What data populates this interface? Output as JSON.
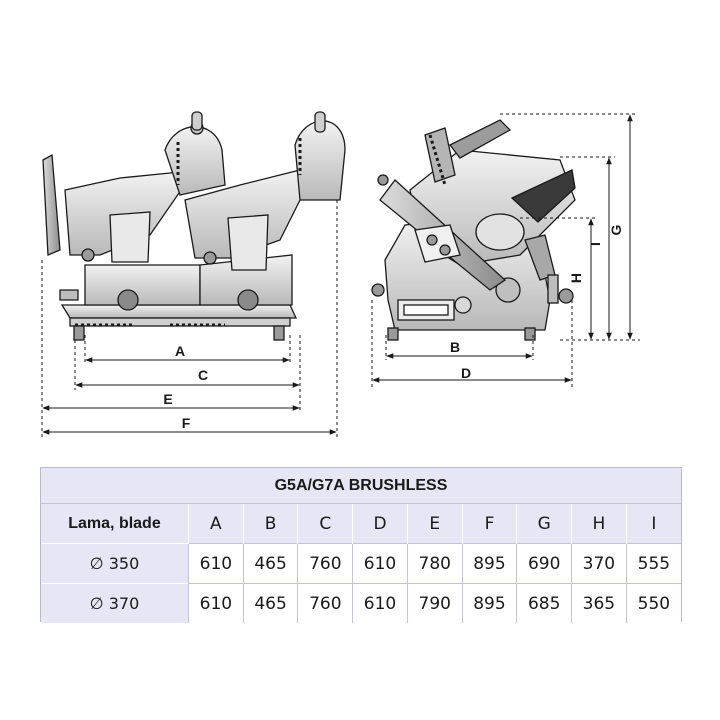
{
  "drawing": {
    "front_labels": [
      "A",
      "C",
      "E",
      "F"
    ],
    "side_labels": [
      "B",
      "D",
      "H",
      "I",
      "G"
    ]
  },
  "spec_table": {
    "title": "G5A/G7A BRUSHLESS",
    "row_header_label": "Lama, blade",
    "columns": [
      "A",
      "B",
      "C",
      "D",
      "E",
      "F",
      "G",
      "H",
      "I"
    ],
    "rows": [
      {
        "label": "∅ 350",
        "values": [
          "610",
          "465",
          "760",
          "610",
          "780",
          "895",
          "690",
          "370",
          "555"
        ]
      },
      {
        "label": "∅ 370",
        "values": [
          "610",
          "465",
          "760",
          "610",
          "790",
          "895",
          "685",
          "365",
          "550"
        ]
      }
    ]
  }
}
